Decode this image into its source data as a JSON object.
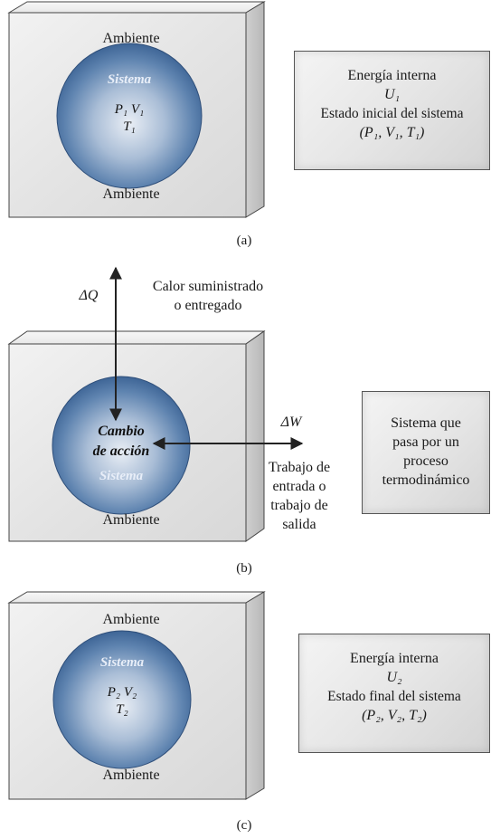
{
  "panel_a": {
    "ambient_top": "Ambiente",
    "ambient_bottom": "Ambiente",
    "sphere_label": "Sistema",
    "vars_line1": "P₁ V₁",
    "vars_line2": "T₁",
    "info_title": "Energía interna",
    "info_symbol": "U₁",
    "info_state": "Estado inicial del sistema",
    "info_vars": "(P₁, V₁, T₁)",
    "caption": "(a)"
  },
  "panel_b": {
    "delta_q": "ΔQ",
    "heat_line1": "Calor suministrado",
    "heat_line2": "o entregado",
    "delta_w": "ΔW",
    "sphere_line1": "Cambio",
    "sphere_line2": "de acción",
    "sphere_label": "Sistema",
    "ambient": "Ambiente",
    "work_line1": "Trabajo de",
    "work_line2": "entrada o",
    "work_line3": "trabajo de",
    "work_line4": "salida",
    "info_line1": "Sistema que",
    "info_line2": "pasa por un",
    "info_line3": "proceso",
    "info_line4": "termodinámico",
    "caption": "(b)"
  },
  "panel_c": {
    "ambient_top": "Ambiente",
    "ambient_bottom": "Ambiente",
    "sphere_label": "Sistema",
    "vars_line1": "P₂ V₂",
    "vars_line2": "T₂",
    "info_title": "Energía interna",
    "info_symbol": "U₂",
    "info_state": "Estado final del sistema",
    "info_vars": "(P₂, V₂, T₂)",
    "caption": "(c)"
  }
}
